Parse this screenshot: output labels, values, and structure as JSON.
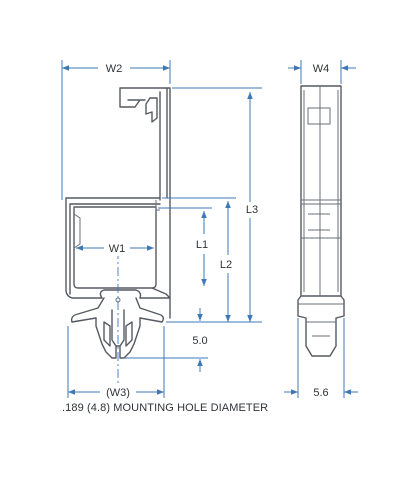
{
  "dimensions": {
    "w2": "W2",
    "w4": "W4",
    "l3": "L3",
    "w1": "W1",
    "l1": "L1",
    "l2": "L2",
    "height_5": "5.0",
    "w3": "(W3)",
    "width_5_6": "5.6"
  },
  "footnote": ".189 (4.8) MOUNTING HOLE DIAMETER",
  "colors": {
    "dimension_lines": "#3f79b5",
    "part_outline": "#555a62",
    "text": "#2f3338"
  }
}
